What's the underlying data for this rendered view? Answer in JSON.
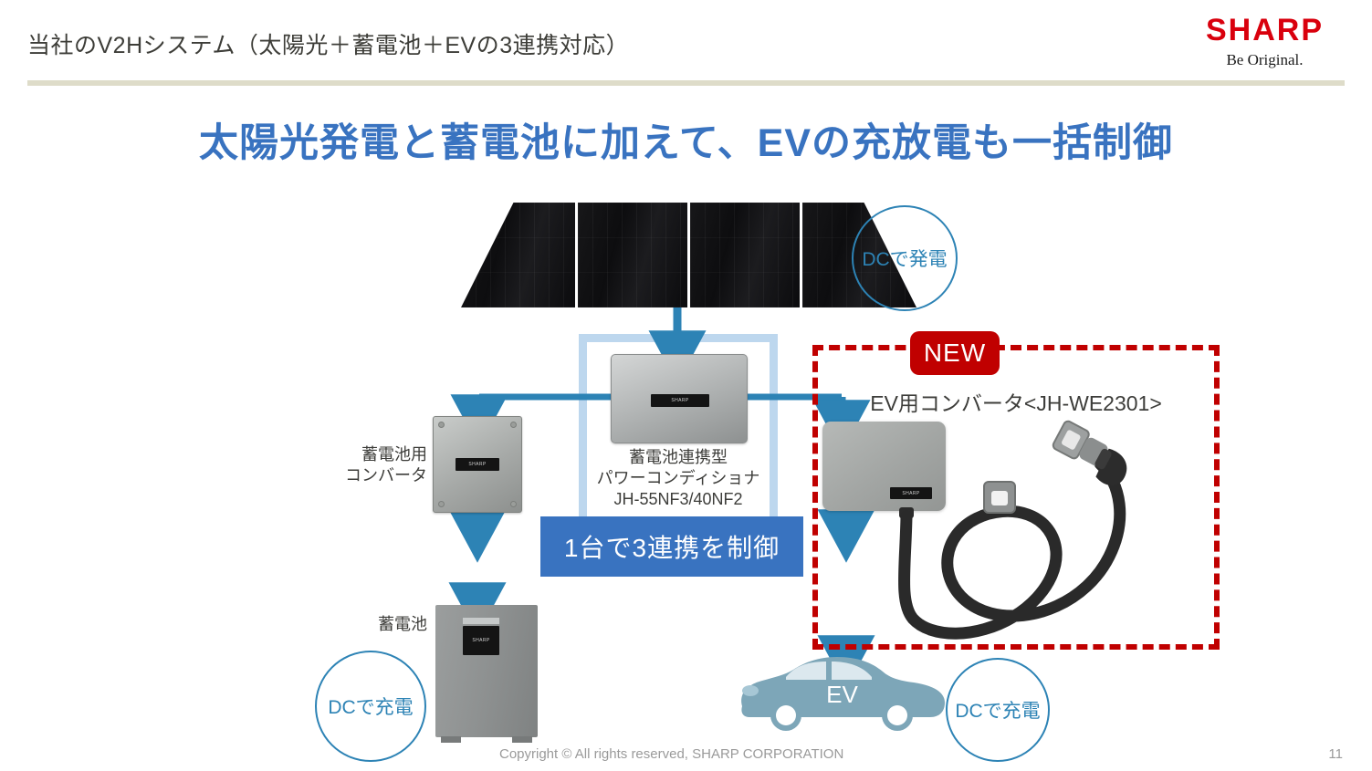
{
  "header": {
    "title": "当社のV2Hシステム（太陽光＋蓄電池＋EVの3連携対応）",
    "logo_text": "SHARP",
    "logo_tagline": "Be Original.",
    "rule_color": "#dedcc9"
  },
  "headline": {
    "text": "太陽光発電と蓄電池に加えて、EVの充放電も一括制御",
    "color": "#3973c0"
  },
  "diagram": {
    "solar": {
      "callout": "DCで発電"
    },
    "pcs": {
      "label_line1": "蓄電池連携型",
      "label_line2": "パワーコンディショナ",
      "label_line3": "JH-55NF3/40NF2",
      "brand": "SHARP"
    },
    "battery_converter": {
      "label_line1": "蓄電池用",
      "label_line2": "コンバータ",
      "brand": "SHARP"
    },
    "battery": {
      "label": "蓄電池",
      "callout": "DCで充電",
      "brand": "SHARP"
    },
    "banner": {
      "text": "1台で3連携を制御",
      "color": "#3973c0"
    },
    "ev_converter": {
      "badge": "NEW",
      "label": "EV用コンバータ<JH-WE2301>",
      "badge_color": "#c00000",
      "box_color": "#c00000",
      "brand": "SHARP"
    },
    "ev": {
      "label": "EV",
      "callout": "DCで充電",
      "body_color": "#7da6b8"
    },
    "arrow_color": "#2d83b5",
    "frame_color": "#bdd7ee"
  },
  "footer": {
    "copyright": "Copyright © All rights reserved, SHARP CORPORATION",
    "page_number": "11"
  }
}
